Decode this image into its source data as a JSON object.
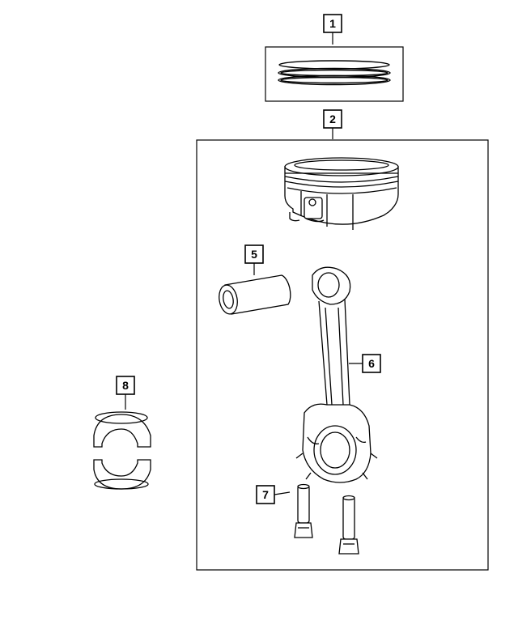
{
  "callouts": [
    {
      "id": "1",
      "label": "1",
      "part": "piston-rings"
    },
    {
      "id": "2",
      "label": "2",
      "part": "piston-assembly"
    },
    {
      "id": "5",
      "label": "5",
      "part": "piston-pin"
    },
    {
      "id": "6",
      "label": "6",
      "part": "connecting-rod"
    },
    {
      "id": "7",
      "label": "7",
      "part": "connecting-rod-bolts"
    },
    {
      "id": "8",
      "label": "8",
      "part": "connecting-rod-bearing"
    }
  ],
  "colors": {
    "line": "#000000",
    "background": "#ffffff"
  }
}
